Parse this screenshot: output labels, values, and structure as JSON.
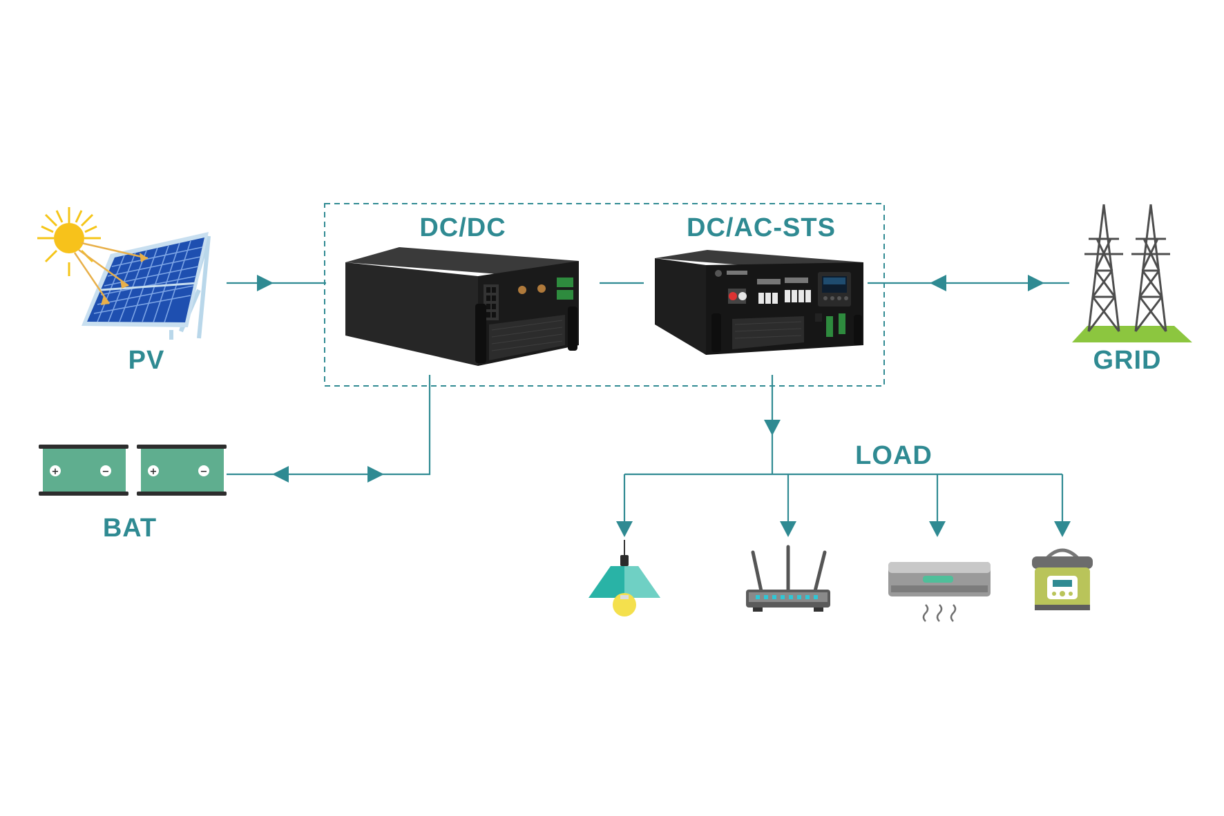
{
  "labels": {
    "pv": "PV",
    "bat": "BAT",
    "grid": "GRID",
    "load": "LOAD",
    "dcdc": "DC/DC",
    "dcac": "DC/AC-STS"
  },
  "colors": {
    "accent": "#2f8a92",
    "solar_panel": "#1e4fb0",
    "battery": "#5fae8f",
    "grass": "#8cc63f",
    "device_body": "#1c1c1c"
  },
  "icons": {
    "pv": "solar-panel-with-sun-icon",
    "battery": "battery-icon",
    "grid": "power-transmission-tower-icon",
    "converter_dcdc": "dcdc-converter-unit-icon",
    "converter_dcac": "dcac-sts-unit-icon",
    "loads": [
      "pendant-lamp-icon",
      "wifi-router-icon",
      "air-conditioner-icon",
      "rice-cooker-icon"
    ]
  }
}
